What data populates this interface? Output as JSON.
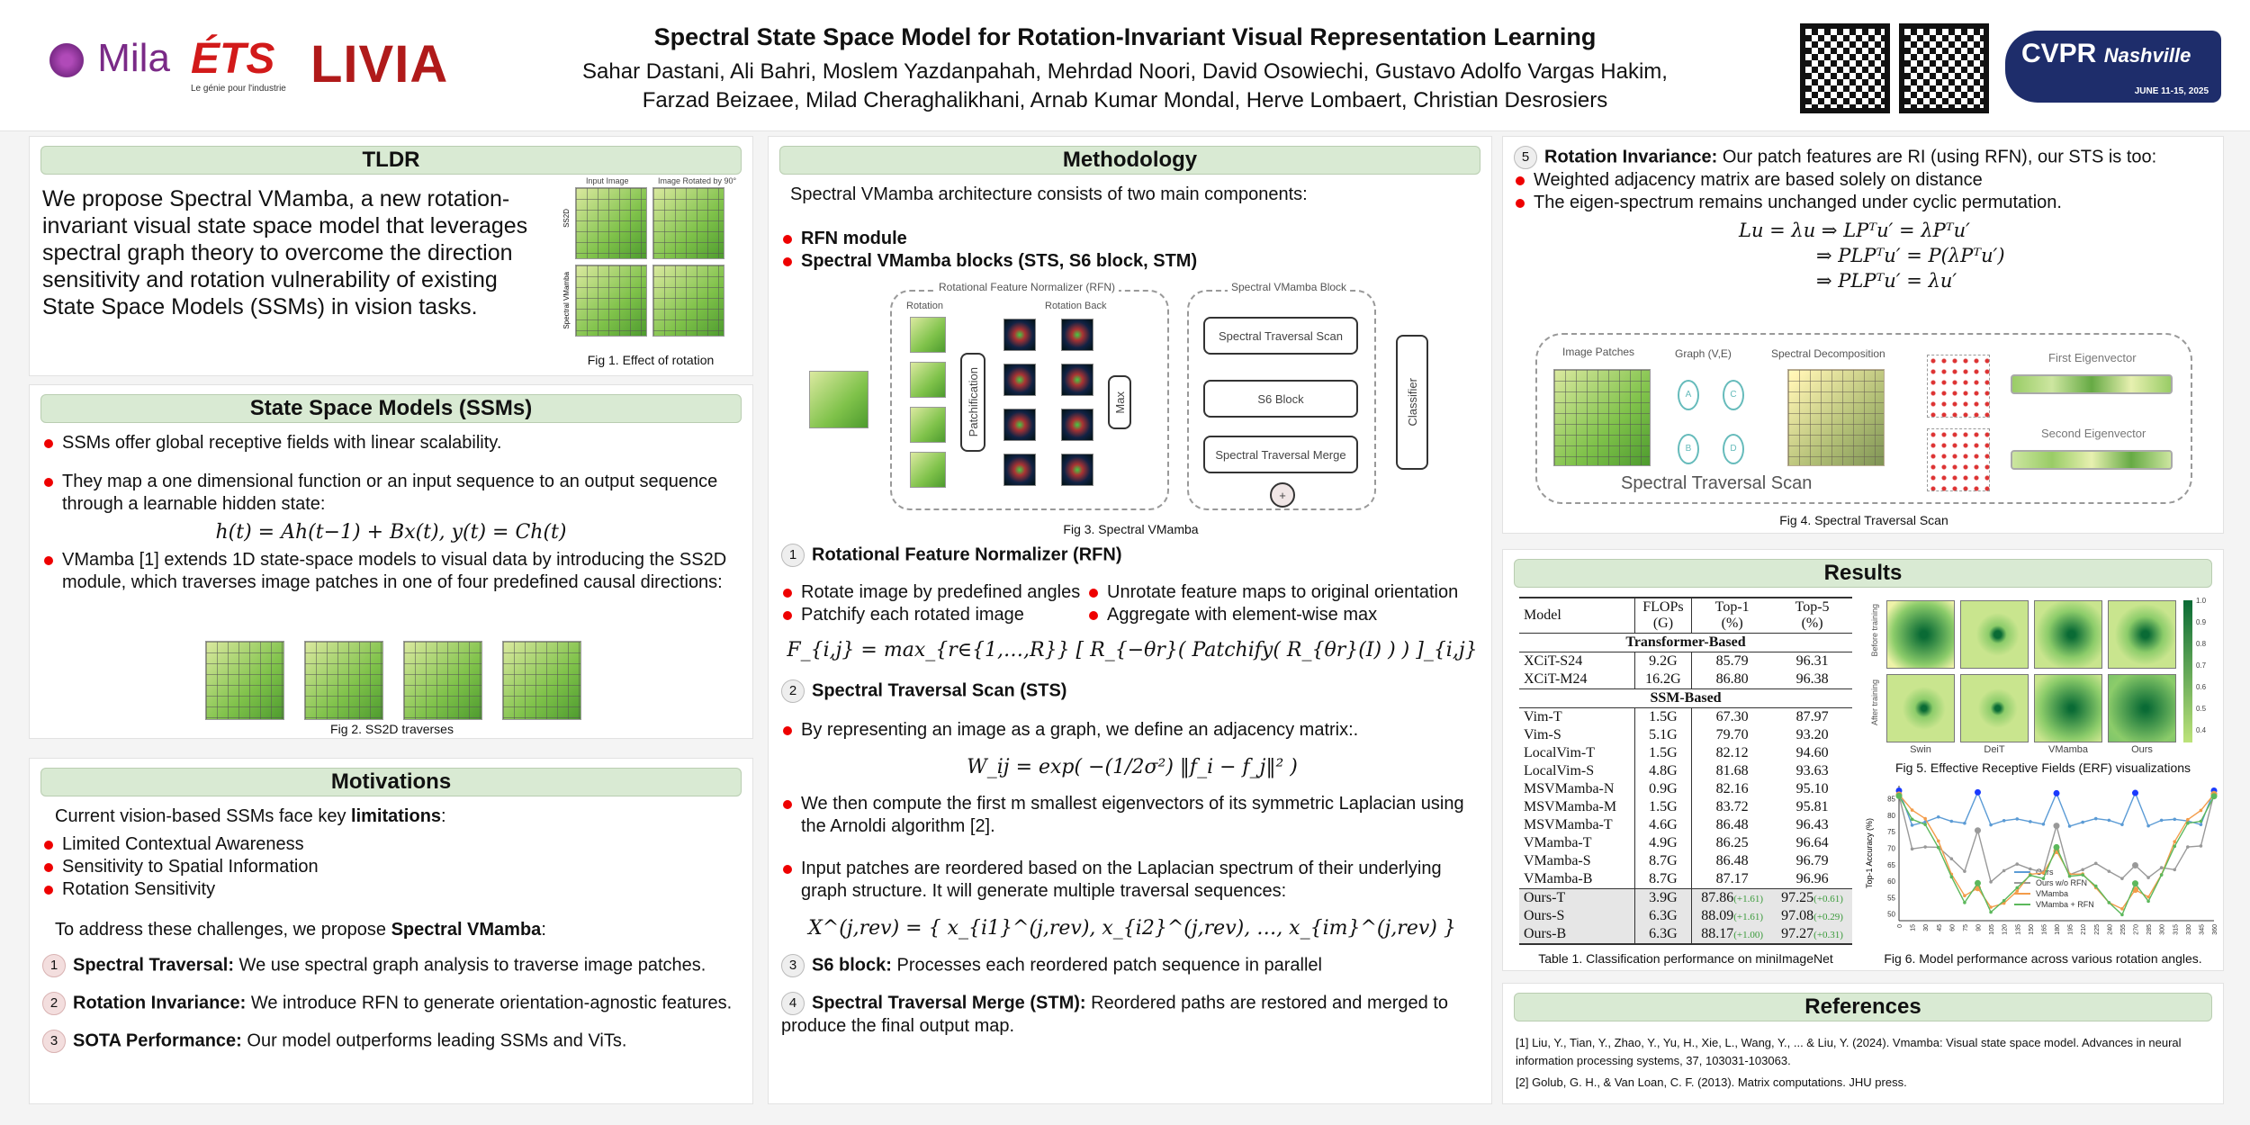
{
  "header": {
    "title": "Spectral State Space Model for Rotation-Invariant Visual Representation Learning",
    "authors_line1": "Sahar Dastani, Ali Bahri, Moslem Yazdanpahah, Mehrdad Noori, David Osowiechi, Gustavo Adolfo Vargas Hakim,",
    "authors_line2": "Farzad Beizaee, Milad Cheraghalikhani, Arnab Kumar Mondal, Herve Lombaert, Christian Desrosiers",
    "logos": {
      "mila": "Mila",
      "ets": "ÉTS",
      "ets_tagline": "Le génie pour l'industrie",
      "livia": "LIVIA",
      "cvpr": "CVPR",
      "cvpr_city": "Nashville",
      "cvpr_dates": "JUNE 11-15, 2025"
    }
  },
  "tldr": {
    "title": "TLDR",
    "text": "We propose Spectral VMamba, a new rotation-invariant visual state space model that leverages spectral graph theory to overcome the direction sensitivity and rotation vulnerability of existing State Space Models (SSMs) in vision tasks.",
    "fig_input": "Input Image",
    "fig_rotated": "Image Rotated by 90°",
    "fig_row1": "SS2D",
    "fig_row2": "Spectral VMamba",
    "caption": "Fig 1. Effect of rotation"
  },
  "ssm": {
    "title": "State Space Models (SSMs)",
    "b1": "SSMs offer global receptive fields with linear scalability.",
    "b2": "They map a one dimensional function or an input sequence to an output sequence through a learnable hidden state:",
    "eq": "h(t) = Ah(t−1) + Bx(t),    y(t) = Ch(t)",
    "b3": "VMamba [1] extends 1D state-space models to visual data by introducing the SS2D module, which traverses image patches in one of four predefined causal directions:",
    "caption": "Fig 2. SS2D traverses"
  },
  "motivations": {
    "title": "Motivations",
    "intro_pre": "Current vision-based SSMs face key ",
    "intro_bold": "limitations",
    "intro_post": ":",
    "limits": [
      "Limited Contextual Awareness",
      "Sensitivity to Spatial Information",
      "Rotation Sensitivity"
    ],
    "address_pre": "To address these challenges, we propose ",
    "address_bold": "Spectral VMamba",
    "address_post": ":",
    "items": [
      {
        "n": "1",
        "bold": "Spectral Traversal:",
        "text": " We use spectral graph analysis to traverse image patches."
      },
      {
        "n": "2",
        "bold": "Rotation Invariance:",
        "text": " We introduce RFN to generate orientation-agnostic features."
      },
      {
        "n": "3",
        "bold": "SOTA Performance:",
        "text": " Our model outperforms leading SSMs and ViTs."
      }
    ]
  },
  "method": {
    "title": "Methodology",
    "intro": "Spectral VMamba architecture consists of two main components:",
    "c1": "RFN module",
    "c2": "Spectral VMamba blocks (STS, S6 block, STM)",
    "fig": {
      "rfn": "Rotational Feature Normalizer (RFN)",
      "rotation": "Rotation",
      "rotation_back": "Rotation Back",
      "patchification": "Patchification",
      "max": "Max",
      "block": "Spectral VMamba Block",
      "sts": "Spectral Traversal Scan",
      "s6": "S6 Block",
      "stm": "Spectral Traversal Merge",
      "classifier": "Classifier",
      "plus": "+",
      "caption": "Fig 3. Spectral VMamba"
    },
    "s1": {
      "n": "1",
      "title": "Rotational Feature Normalizer (RFN)",
      "b": [
        "Rotate image by predefined angles",
        "Patchify each rotated image",
        "Unrotate feature maps to original orientation",
        "Aggregate with element-wise max"
      ],
      "eq": "F_{i,j} = max_{r∈{1,…,R}} [ R_{−θr}( Patchify( R_{θr}(I) ) ) ]_{i,j}"
    },
    "s2": {
      "n": "2",
      "title": "Spectral Traversal Scan (STS)",
      "b1": "By representing an image as a graph, we define an adjacency matrix:.",
      "eq1": "W_ij = exp( −(1/2σ²) ‖f_i − f_j‖² )",
      "b2": "We then compute the first m smallest eigenvectors of its symmetric Laplacian using the Arnoldi algorithm [2].",
      "b3": "Input patches are reordered based on the Laplacian spectrum of their underlying graph structure. It will generate multiple traversal sequences:",
      "eq2": "X^(j,rev) = { x_{i1}^(j,rev), x_{i2}^(j,rev), …, x_{im}^(j,rev) }"
    },
    "s3": {
      "n": "3",
      "bold": "S6 block:",
      "text": " Processes each reordered patch sequence in parallel"
    },
    "s4": {
      "n": "4",
      "bold": "Spectral Traversal Merge (STM):",
      "text": " Reordered paths are restored and merged to produce the final output map."
    }
  },
  "ri": {
    "n": "5",
    "bold": "Rotation Invariance:",
    "text": " Our patch features are RI (using RFN), our STS is too:",
    "b": [
      "Weighted adjacency matrix are based solely on distance",
      "The eigen-spectrum remains unchanged under cyclic permutation."
    ],
    "eq": [
      "Lu = λu ⇒  LPᵀu′ = λPᵀu′",
      "⇒  PLPᵀu′ = P(λPᵀu′)",
      "⇒  PLPᵀu′ = λu′"
    ],
    "fig": {
      "patches": "Image Patches",
      "graph": "Graph (V,E)",
      "decomp": "Spectral Decomposition",
      "first": "First Eigenvector",
      "second": "Second Eigenvector",
      "sts": "Spectral Traversal Scan",
      "nodes": [
        "A",
        "B",
        "C",
        "D"
      ],
      "caption": "Fig 4. Spectral Traversal Scan"
    }
  },
  "results": {
    "title": "Results",
    "table": {
      "headers": [
        [
          "Model",
          ""
        ],
        [
          "FLOPs",
          "(G)"
        ],
        [
          "Top-1",
          "(%)"
        ],
        [
          "Top-5",
          "(%)"
        ]
      ],
      "groups": [
        {
          "name": "Transformer-Based",
          "rows": [
            [
              "XCiT-S24",
              "9.2G",
              "85.79",
              "96.31"
            ],
            [
              "XCiT-M24",
              "16.2G",
              "86.80",
              "96.38"
            ]
          ]
        },
        {
          "name": "SSM-Based",
          "rows": [
            [
              "Vim-T",
              "1.5G",
              "67.30",
              "87.97"
            ],
            [
              "Vim-S",
              "5.1G",
              "79.70",
              "93.20"
            ],
            [
              "LocalVim-T",
              "1.5G",
              "82.12",
              "94.60"
            ],
            [
              "LocalVim-S",
              "4.8G",
              "81.68",
              "93.63"
            ],
            [
              "MSVMamba-N",
              "0.9G",
              "82.16",
              "95.10"
            ],
            [
              "MSVMamba-M",
              "1.5G",
              "83.72",
              "95.81"
            ],
            [
              "MSVMamba-T",
              "4.6G",
              "86.48",
              "96.43"
            ],
            [
              "VMamba-T",
              "4.9G",
              "86.25",
              "96.64"
            ],
            [
              "VMamba-S",
              "8.7G",
              "86.48",
              "96.79"
            ],
            [
              "VMamba-B",
              "8.7G",
              "87.17",
              "96.96"
            ]
          ]
        }
      ],
      "ours": [
        [
          "Ours-T",
          "3.9G",
          "87.86",
          "(+1.61)",
          "97.25",
          "(+0.61)"
        ],
        [
          "Ours-S",
          "6.3G",
          "88.09",
          "(+1.61)",
          "97.08",
          "(+0.29)"
        ],
        [
          "Ours-B",
          "6.3G",
          "88.17",
          "(+1.00)",
          "97.27",
          "(+0.31)"
        ]
      ],
      "caption": "Table 1. Classification performance on miniImageNet"
    },
    "erf": {
      "rows": [
        "Before training",
        "After training"
      ],
      "cols": [
        "Swin",
        "DeiT",
        "VMamba",
        "Ours"
      ],
      "colorbar_ticks": [
        "1.0",
        "0.9",
        "0.8",
        "0.7",
        "0.6",
        "0.5",
        "0.4"
      ],
      "caption": "Fig 5. Effective Receptive Fields (ERF) visualizations"
    }
  },
  "references": {
    "title": "References",
    "items": [
      "[1] Liu, Y., Tian, Y., Zhao, Y., Yu, H., Xie, L., Wang, Y., ... & Liu, Y. (2024). Vmamba: Visual state space model. Advances in neural information processing systems, 37, 103031-103063.",
      "[2] Golub, G. H., & Van Loan, C. F. (2013). Matrix computations. JHU press."
    ]
  },
  "chart_data": {
    "type": "line",
    "title": "",
    "caption": "Fig 6. Model performance across various rotation angles.",
    "xlabel": "",
    "ylabel": "Top-1 Accuracy (%)",
    "x": [
      0,
      15,
      30,
      45,
      60,
      75,
      90,
      105,
      120,
      135,
      150,
      165,
      180,
      195,
      210,
      225,
      240,
      255,
      270,
      285,
      300,
      315,
      330,
      345,
      360
    ],
    "ylim": [
      48,
      89
    ],
    "yticks": [
      50,
      55,
      60,
      65,
      70,
      75,
      80,
      85
    ],
    "legend": "center-bottom",
    "series": [
      {
        "name": "Ours",
        "color": "#5b9bd5",
        "values": [
          87.5,
          77,
          78,
          79.5,
          78.2,
          77.6,
          87,
          77.1,
          78.4,
          78.9,
          78.1,
          77.3,
          86.7,
          76.7,
          77.9,
          79,
          78.5,
          77.2,
          86.8,
          76.8,
          78.5,
          78.8,
          78.3,
          77.2,
          87.5
        ]
      },
      {
        "name": "Ours w/o RFN",
        "color": "#999999",
        "values": [
          86,
          69.8,
          70.4,
          70.3,
          66.8,
          63,
          75.4,
          59.8,
          63.2,
          65.2,
          63.7,
          62.7,
          76.8,
          62,
          63.5,
          65.4,
          63,
          60.8,
          64.8,
          61.1,
          64.1,
          63.5,
          70.4,
          70.7,
          86.5
        ]
      },
      {
        "name": "VMamba",
        "color": "#f39c4a",
        "values": [
          86.3,
          81.6,
          79,
          72.2,
          62.1,
          55.6,
          57.9,
          52.1,
          53.3,
          57,
          62.1,
          62.5,
          69.2,
          62.1,
          62.2,
          58,
          53.5,
          51.6,
          57.4,
          55.2,
          62,
          72,
          78.7,
          81.5,
          86.4
        ]
      },
      {
        "name": "VMamba + RFN",
        "color": "#5cb85c",
        "values": [
          85.9,
          78.8,
          77.2,
          70.2,
          61.3,
          53.5,
          59.4,
          50.6,
          54.1,
          58,
          61.8,
          60.8,
          70.3,
          61.5,
          61.9,
          58.5,
          53.5,
          49.8,
          59.3,
          53.9,
          61.9,
          70.6,
          77.6,
          78.2,
          85.8
        ]
      }
    ]
  },
  "colors": {
    "header_bar": "#d9ead3",
    "bullet": "#ee0000",
    "delta": "#3a9a3a"
  }
}
